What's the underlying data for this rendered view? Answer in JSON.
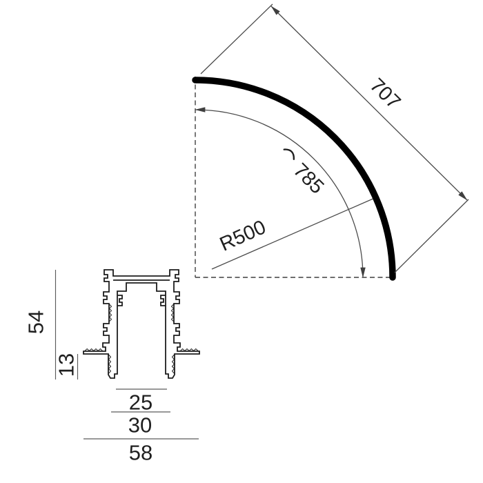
{
  "drawing": {
    "kind": "technical-dimension-drawing",
    "background": "#ffffff"
  },
  "colors": {
    "background": "#ffffff",
    "track": "#000000",
    "profile_line": "#1c1c1c",
    "dimension_line": "#4a4a4a",
    "text": "#1f1f1f"
  },
  "curve_view": {
    "chord_dimension": "707",
    "arc_length_symbol": "⌒",
    "arc_length_dimension": "785",
    "radius_dimension": "R500"
  },
  "section_view": {
    "total_height": "54",
    "flange_depth": "13",
    "inner_width": "25",
    "body_width": "30",
    "overall_width": "58"
  }
}
